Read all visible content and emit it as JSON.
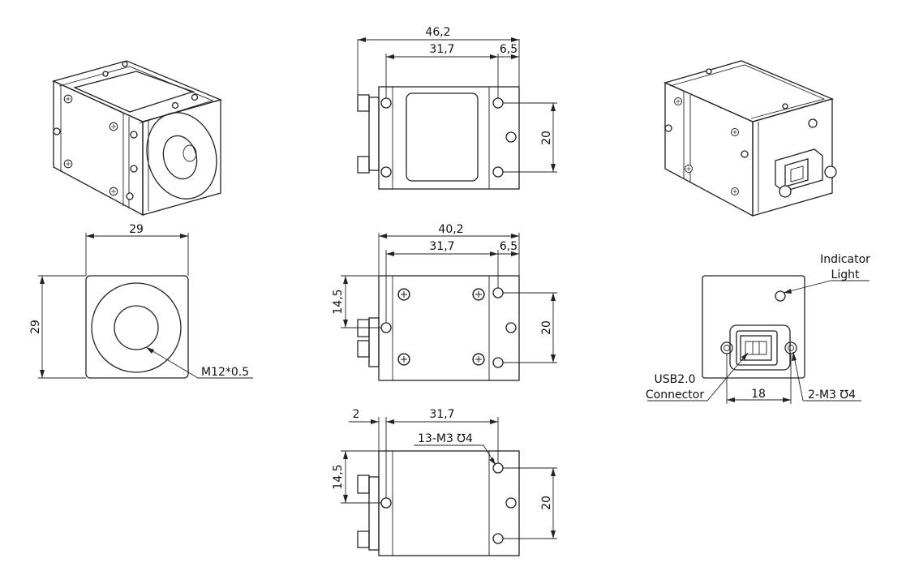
{
  "dimensions": {
    "top_overall_width": "46,2",
    "top_body_width": "31,7",
    "top_flange": "6,5",
    "top_hole_pitch": "20",
    "front_width": "29",
    "front_height": "29",
    "lens_mount": "M12*0.5",
    "side_overall_width": "40,2",
    "side_body_width": "31,7",
    "side_flange": "6,5",
    "side_hole_offset": "14,5",
    "side_hole_pitch": "20",
    "bottom_flange": "2",
    "bottom_body_width": "31,7",
    "bottom_thread_callout": "13-M3 ℧4",
    "bottom_hole_offset": "14,5",
    "bottom_hole_pitch": "20",
    "rear_connector_pitch": "18",
    "rear_thread_callout": "2-M3 ℧4"
  },
  "labels": {
    "indicator_line1": "Indicator",
    "indicator_line2": "Light",
    "usb_line1": "USB2.0",
    "usb_line2": "Connector"
  }
}
